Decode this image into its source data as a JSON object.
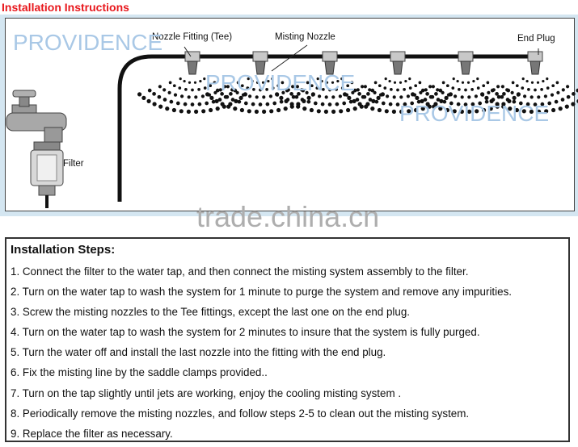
{
  "header": {
    "title": "Installation Instructions"
  },
  "diagram": {
    "labels": {
      "nozzle_fitting": "Nozzle Fitting (Tee)",
      "misting_nozzle": "Misting Nozzle",
      "end_plug": "End Plug",
      "filter": "Filter"
    },
    "watermarks": {
      "brand": "PROVIDENCE",
      "site": "trade.china.cn"
    },
    "nozzle_count": 6
  },
  "steps": {
    "heading": "Installation Steps:",
    "items": [
      "1. Connect the filter to the water tap, and then connect the misting system assembly to the filter.",
      "2. Turn on the water tap to wash the system for 1 minute to purge the system and remove any impurities.",
      "3. Screw the misting nozzles to the Tee fittings, except the last one on the end plug.",
      "4. Turn on the water tap to wash the system for 2 minutes to insure that the system is fully purged.",
      "5. Turn the water off and install the last nozzle into the fitting with the end plug.",
      "6. Fix the misting line by the saddle clamps provided..",
      "7. Turn on the tap slightly until jets are working, enjoy the cooling misting system .",
      "8. Periodically remove the misting nozzles, and follow steps 2-5 to clean out the misting system.",
      "9. Replace the filter as necessary."
    ]
  },
  "colors": {
    "title_red": "#e8171c",
    "panel_blue": "#d4e6f1",
    "watermark_blue": "#a9c8e6"
  }
}
